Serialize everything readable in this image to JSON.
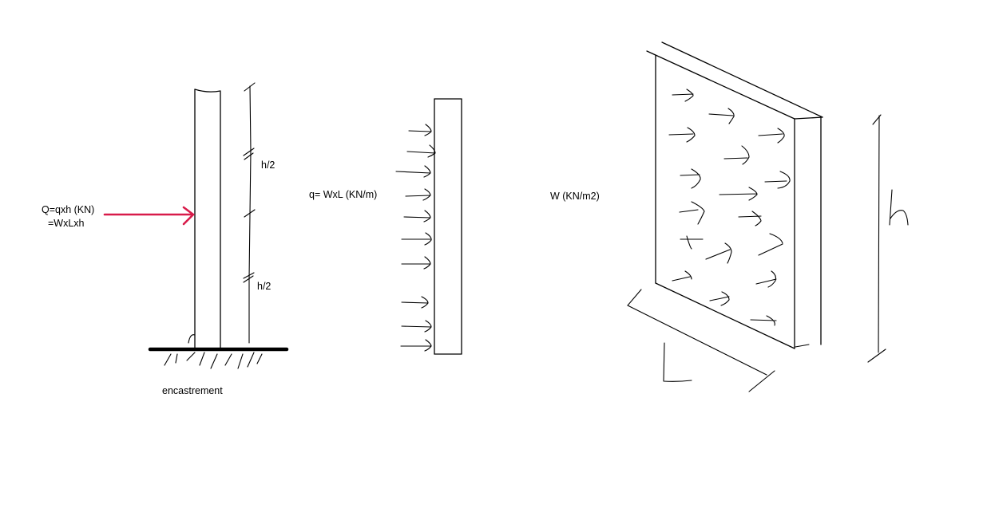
{
  "labels": {
    "load_resultant_line1": "Q=qxh (KN)",
    "load_resultant_line2": "=WxLxh",
    "half_height_upper": "h/2",
    "half_height_lower": "h/2",
    "support_label": "encastrement",
    "line_load": "q= WxL (KN/m)",
    "surface_load": "W (KN/m2)",
    "height_symbol": "h",
    "length_symbol": "L"
  },
  "colors": {
    "ink": "#000000",
    "point_load_arrow": "#d81b4a"
  }
}
